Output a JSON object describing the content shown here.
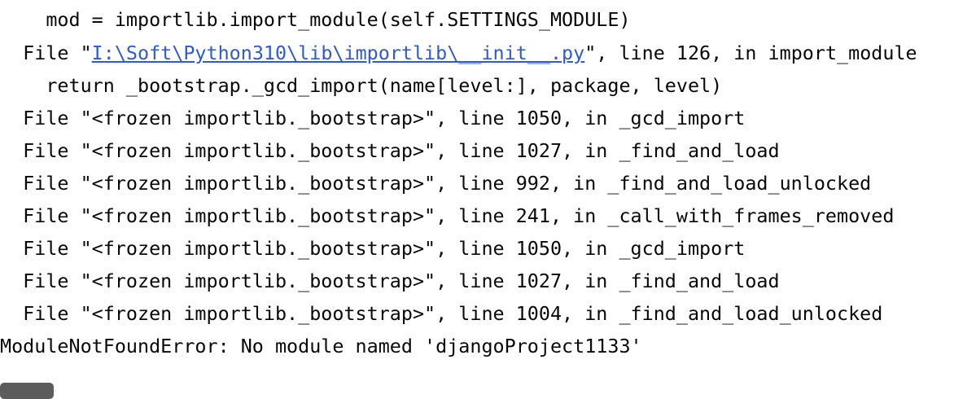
{
  "console": {
    "lines": [
      {
        "kind": "code",
        "text": "    mod = importlib.import_module(self.SETTINGS_MODULE)"
      },
      {
        "kind": "file-link",
        "prefix": "  File \"",
        "link": "I:\\Soft\\Python310\\lib\\importlib\\__init__.py",
        "suffix": "\", line 126, in import_module"
      },
      {
        "kind": "code",
        "text": "    return _bootstrap._gcd_import(name[level:], package, level)"
      },
      {
        "kind": "frame",
        "text": "  File \"<frozen importlib._bootstrap>\", line 1050, in _gcd_import"
      },
      {
        "kind": "frame",
        "text": "  File \"<frozen importlib._bootstrap>\", line 1027, in _find_and_load"
      },
      {
        "kind": "frame",
        "text": "  File \"<frozen importlib._bootstrap>\", line 992, in _find_and_load_unlocked"
      },
      {
        "kind": "frame",
        "text": "  File \"<frozen importlib._bootstrap>\", line 241, in _call_with_frames_removed"
      },
      {
        "kind": "frame",
        "text": "  File \"<frozen importlib._bootstrap>\", line 1050, in _gcd_import"
      },
      {
        "kind": "frame",
        "text": "  File \"<frozen importlib._bootstrap>\", line 1027, in _find_and_load"
      },
      {
        "kind": "frame",
        "text": "  File \"<frozen importlib._bootstrap>\", line 1004, in _find_and_load_unlocked"
      },
      {
        "kind": "error",
        "text": "ModuleNotFoundError: No module named 'djangoProject1133'"
      }
    ]
  },
  "colors": {
    "text": "#080808",
    "link": "#2f5bd1",
    "background": "#ffffff",
    "scrollbar": "#5c5c5c"
  }
}
